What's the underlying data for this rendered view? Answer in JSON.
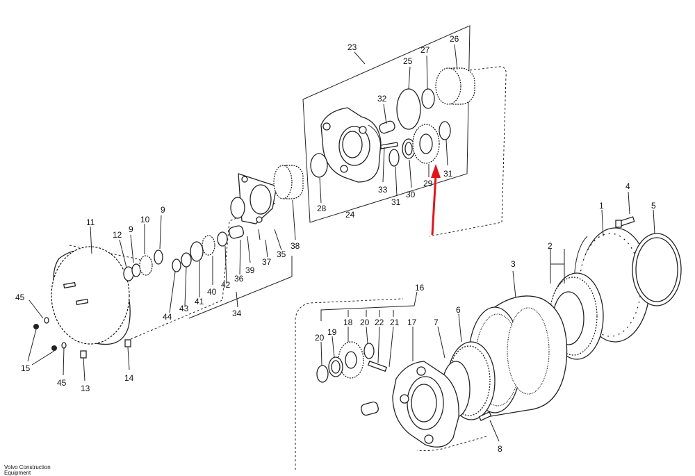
{
  "footer": {
    "line1": "Volvo Construction",
    "line2": "Equipment"
  },
  "highlight_color": "#e0151b",
  "part_labels": {
    "p1": "1",
    "p2": "2",
    "p3": "3",
    "p4": "4",
    "p5": "5",
    "p6": "6",
    "p7": "7",
    "p8": "8",
    "p9a": "9",
    "p9b": "9",
    "p10": "10",
    "p11": "11",
    "p12": "12",
    "p13": "13",
    "p14": "14",
    "p15": "15",
    "p16": "16",
    "p17": "17",
    "p18": "18",
    "p19": "19",
    "p20a": "20",
    "p20b": "20",
    "p21": "21",
    "p22": "22",
    "p23": "23",
    "p24": "24",
    "p25": "25",
    "p26": "26",
    "p27": "27",
    "p28": "28",
    "p29": "29",
    "p30": "30",
    "p31a": "31",
    "p31b": "31",
    "p32": "32",
    "p33": "33",
    "p34": "34",
    "p35": "35",
    "p36": "36",
    "p37": "37",
    "p38": "38",
    "p39": "39",
    "p40": "40",
    "p41": "41",
    "p42": "42",
    "p43": "43",
    "p44": "44",
    "p45a": "45",
    "p45b": "45"
  }
}
